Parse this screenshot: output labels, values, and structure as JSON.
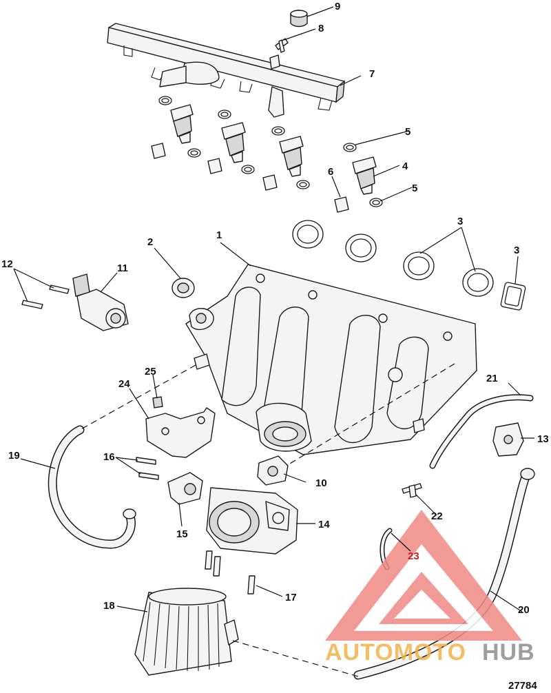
{
  "diagram": {
    "document_number": "27784",
    "callouts": [
      {
        "id": "c1",
        "label": "1"
      },
      {
        "id": "c2",
        "label": "2"
      },
      {
        "id": "c3a",
        "label": "3"
      },
      {
        "id": "c3b",
        "label": "3"
      },
      {
        "id": "c4",
        "label": "4"
      },
      {
        "id": "c5a",
        "label": "5"
      },
      {
        "id": "c5b",
        "label": "5"
      },
      {
        "id": "c6",
        "label": "6"
      },
      {
        "id": "c7",
        "label": "7"
      },
      {
        "id": "c8",
        "label": "8"
      },
      {
        "id": "c9",
        "label": "9"
      },
      {
        "id": "c10",
        "label": "10"
      },
      {
        "id": "c11",
        "label": "11"
      },
      {
        "id": "c12",
        "label": "12"
      },
      {
        "id": "c13",
        "label": "13"
      },
      {
        "id": "c14",
        "label": "14"
      },
      {
        "id": "c15",
        "label": "15"
      },
      {
        "id": "c16",
        "label": "16"
      },
      {
        "id": "c17",
        "label": "17"
      },
      {
        "id": "c18",
        "label": "18"
      },
      {
        "id": "c19",
        "label": "19"
      },
      {
        "id": "c20",
        "label": "20"
      },
      {
        "id": "c21",
        "label": "21"
      },
      {
        "id": "c22",
        "label": "22"
      },
      {
        "id": "c23",
        "label": "23"
      },
      {
        "id": "c24",
        "label": "24"
      },
      {
        "id": "c25",
        "label": "25"
      }
    ]
  },
  "watermark": {
    "text_part_1": "AUTOMOTO",
    "text_part_2": "HUB",
    "colors": {
      "triangle": "#f08a84",
      "text_1": "#f2b24a",
      "text_2": "#8e8e8e"
    }
  }
}
